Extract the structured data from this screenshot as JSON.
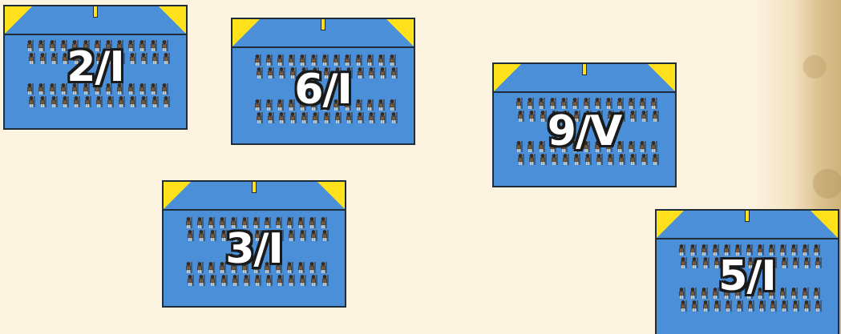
{
  "units": [
    {
      "label": "2/I"
    },
    {
      "label": "6/I"
    },
    {
      "label": "9/V"
    },
    {
      "label": "3/I"
    },
    {
      "label": "5/I"
    }
  ],
  "colors": {
    "counter_fill": "#4a8fd8",
    "counter_border": "#1f2d3b",
    "corner_marker": "#ffe21b",
    "label_fill": "#ffffff",
    "label_outline": "#1a1a1a",
    "background": "#fdf3e1"
  },
  "icons": {
    "soldier": "infantry-soldier-icon"
  }
}
